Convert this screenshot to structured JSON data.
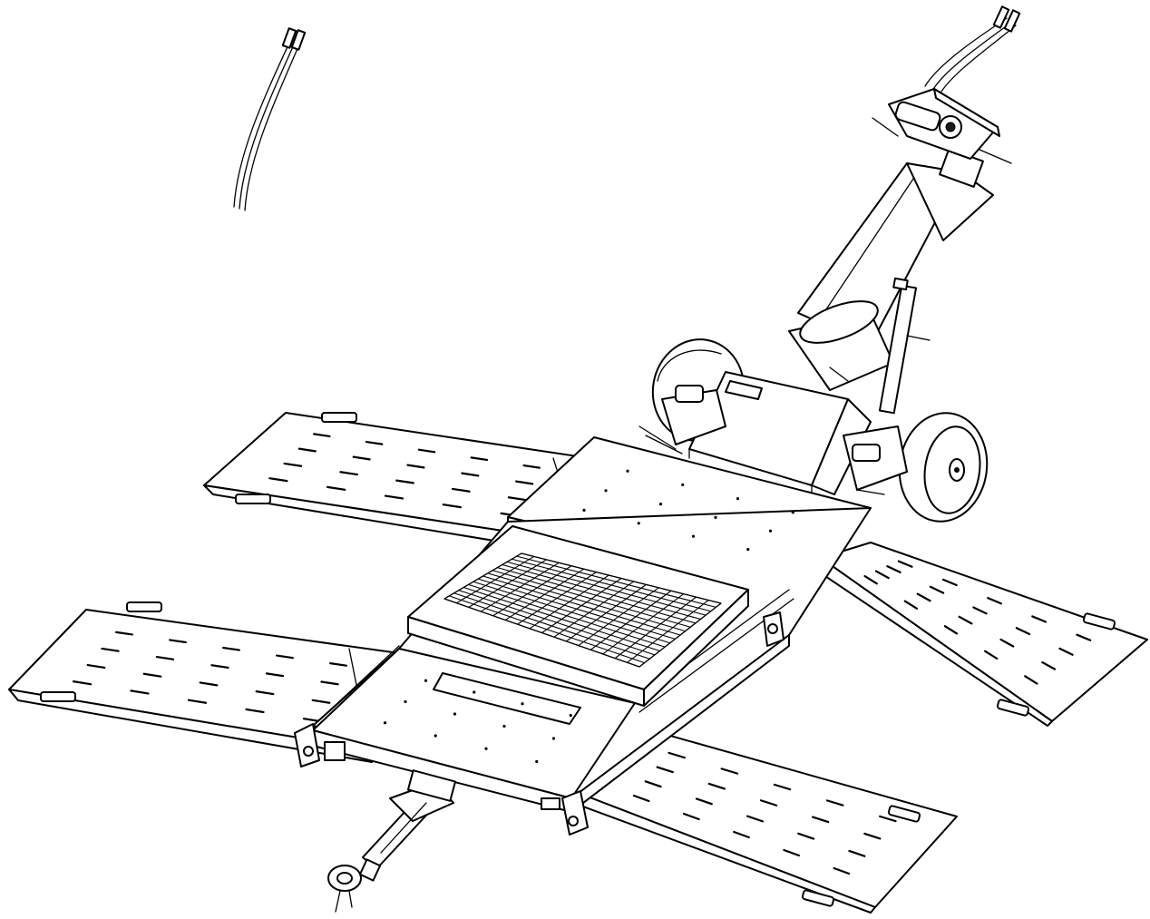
{
  "drawing": {
    "colors": {
      "line": "#000000",
      "background": "#ffffff"
    },
    "components": [
      "ramp-back-left",
      "ramp-front-left",
      "ramp-back-right",
      "ramp-front-right",
      "deck-platform",
      "pallet-grid-tray",
      "tow-arm",
      "left-wheel",
      "right-wheel",
      "mast-tube",
      "top-motor-assembly",
      "hydraulic-hoses",
      "jack-stand",
      "tow-hitch"
    ]
  }
}
